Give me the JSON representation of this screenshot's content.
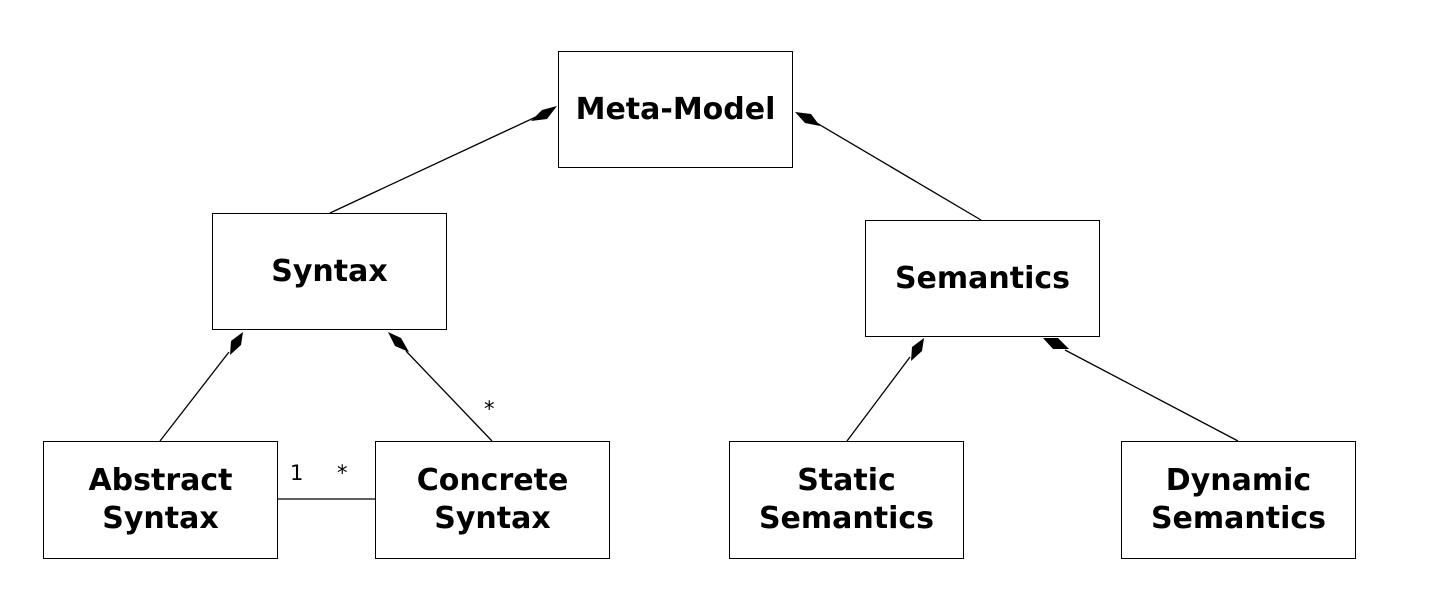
{
  "diagram": {
    "nodes": {
      "meta_model": "Meta-Model",
      "syntax": "Syntax",
      "semantics": "Semantics",
      "abstract_syntax": "Abstract\nSyntax",
      "concrete_syntax": "Concrete\nSyntax",
      "static_semantics": "Static\nSemantics",
      "dynamic_semantics": "Dynamic\nSemantics"
    },
    "multiplicities": {
      "abstract_end": "1",
      "concrete_end": "*",
      "syntax_to_concrete": "*"
    },
    "relations": [
      {
        "type": "composition",
        "whole": "meta_model",
        "part": "syntax"
      },
      {
        "type": "composition",
        "whole": "meta_model",
        "part": "semantics"
      },
      {
        "type": "composition",
        "whole": "syntax",
        "part": "abstract_syntax"
      },
      {
        "type": "composition",
        "whole": "syntax",
        "part": "concrete_syntax"
      },
      {
        "type": "composition",
        "whole": "semantics",
        "part": "static_semantics"
      },
      {
        "type": "composition",
        "whole": "semantics",
        "part": "dynamic_semantics"
      },
      {
        "type": "association",
        "from": "abstract_syntax",
        "to": "concrete_syntax"
      }
    ]
  }
}
